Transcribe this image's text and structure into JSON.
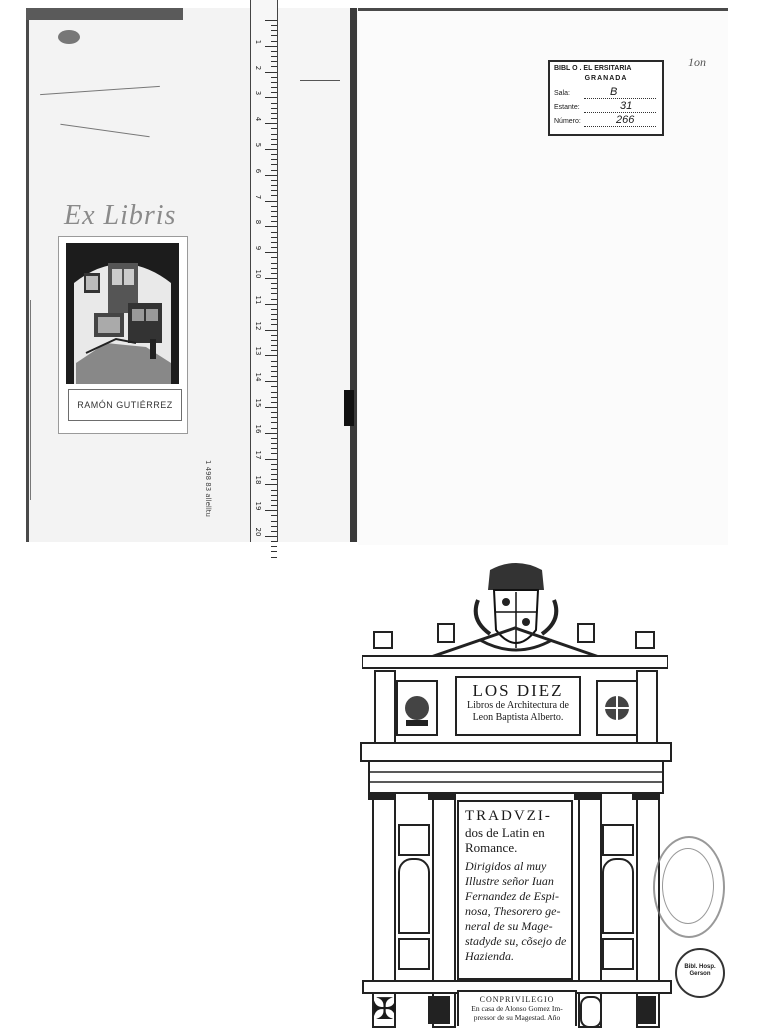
{
  "flyleaf": {
    "exlibris_title": "Ex Libris",
    "bookplate_name": "RAMÓN GUTIÉRREZ"
  },
  "ruler": {
    "numbers": [
      "1",
      "2",
      "3",
      "4",
      "5",
      "6",
      "7",
      "8",
      "9",
      "10",
      "11",
      "12",
      "13",
      "14",
      "15",
      "16",
      "17",
      "18",
      "19",
      "20"
    ],
    "side_text": "1 498 83 allelltu"
  },
  "library_label": {
    "line1": "BIBL O  .  EL  ERSITARIA",
    "line2": "GRANADA",
    "sala_label": "Sala:",
    "sala_value": "B",
    "estante_label": "Estante:",
    "estante_value": "31",
    "numero_label": "Número:",
    "numero_value": "266"
  },
  "handwritten_corner": "1on",
  "title_page": {
    "box1_line1": "LOS DIEZ",
    "box1_line2": "Libros de Architectura de",
    "box1_line3": "Leon Baptista Alberto.",
    "box2_line1": "TRADVZI-",
    "box2_line2": "dos de Latin en",
    "box2_line3": "Romance.",
    "box2_italic": [
      "Dirigidos al muy",
      "Illustre señor Iuan",
      "Fernandez de Espi-",
      "nosa, Thesorero ge-",
      "neral de su Mage-",
      "stadyde su, cõsejo de",
      "Hazienda."
    ],
    "box3_line1": "CONPRIVILEGIO",
    "box3_line2": "En casa de Alonso Gomez Im-",
    "box3_line3": "pressor de su Magestad. Año"
  },
  "stamps": {
    "round_stamp_text": [
      "Bibl. Hosp.",
      "Gerson"
    ]
  },
  "colors": {
    "ink": "#1a1a1a",
    "paper": "#ffffff",
    "flyleaf": "#f3f3f3"
  }
}
